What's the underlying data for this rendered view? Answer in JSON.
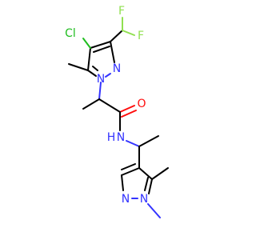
{
  "molecule": {
    "atoms": {
      "chlorine": {
        "symbol": "Cl",
        "color": "#1fbd1f"
      },
      "fluorine_top": {
        "symbol": "F",
        "color": "#90e050"
      },
      "fluorine_right": {
        "symbol": "F",
        "color": "#90e050"
      },
      "pyrazole_a_n1": {
        "symbol": "N",
        "color": "#3333ff"
      },
      "pyrazole_a_n2": {
        "symbol": "N",
        "color": "#3333ff"
      },
      "carbonyl_oxygen": {
        "symbol": "O",
        "color": "#ff0d0d"
      },
      "amide_nitrogen": {
        "symbol": "N",
        "color": "#3333ff"
      },
      "amide_hydrogen": {
        "symbol": "H",
        "color": "#3333ff"
      },
      "pyrazole_b_n1": {
        "symbol": "N",
        "color": "#3333ff"
      },
      "pyrazole_b_n2": {
        "symbol": "N",
        "color": "#3333ff"
      }
    }
  }
}
